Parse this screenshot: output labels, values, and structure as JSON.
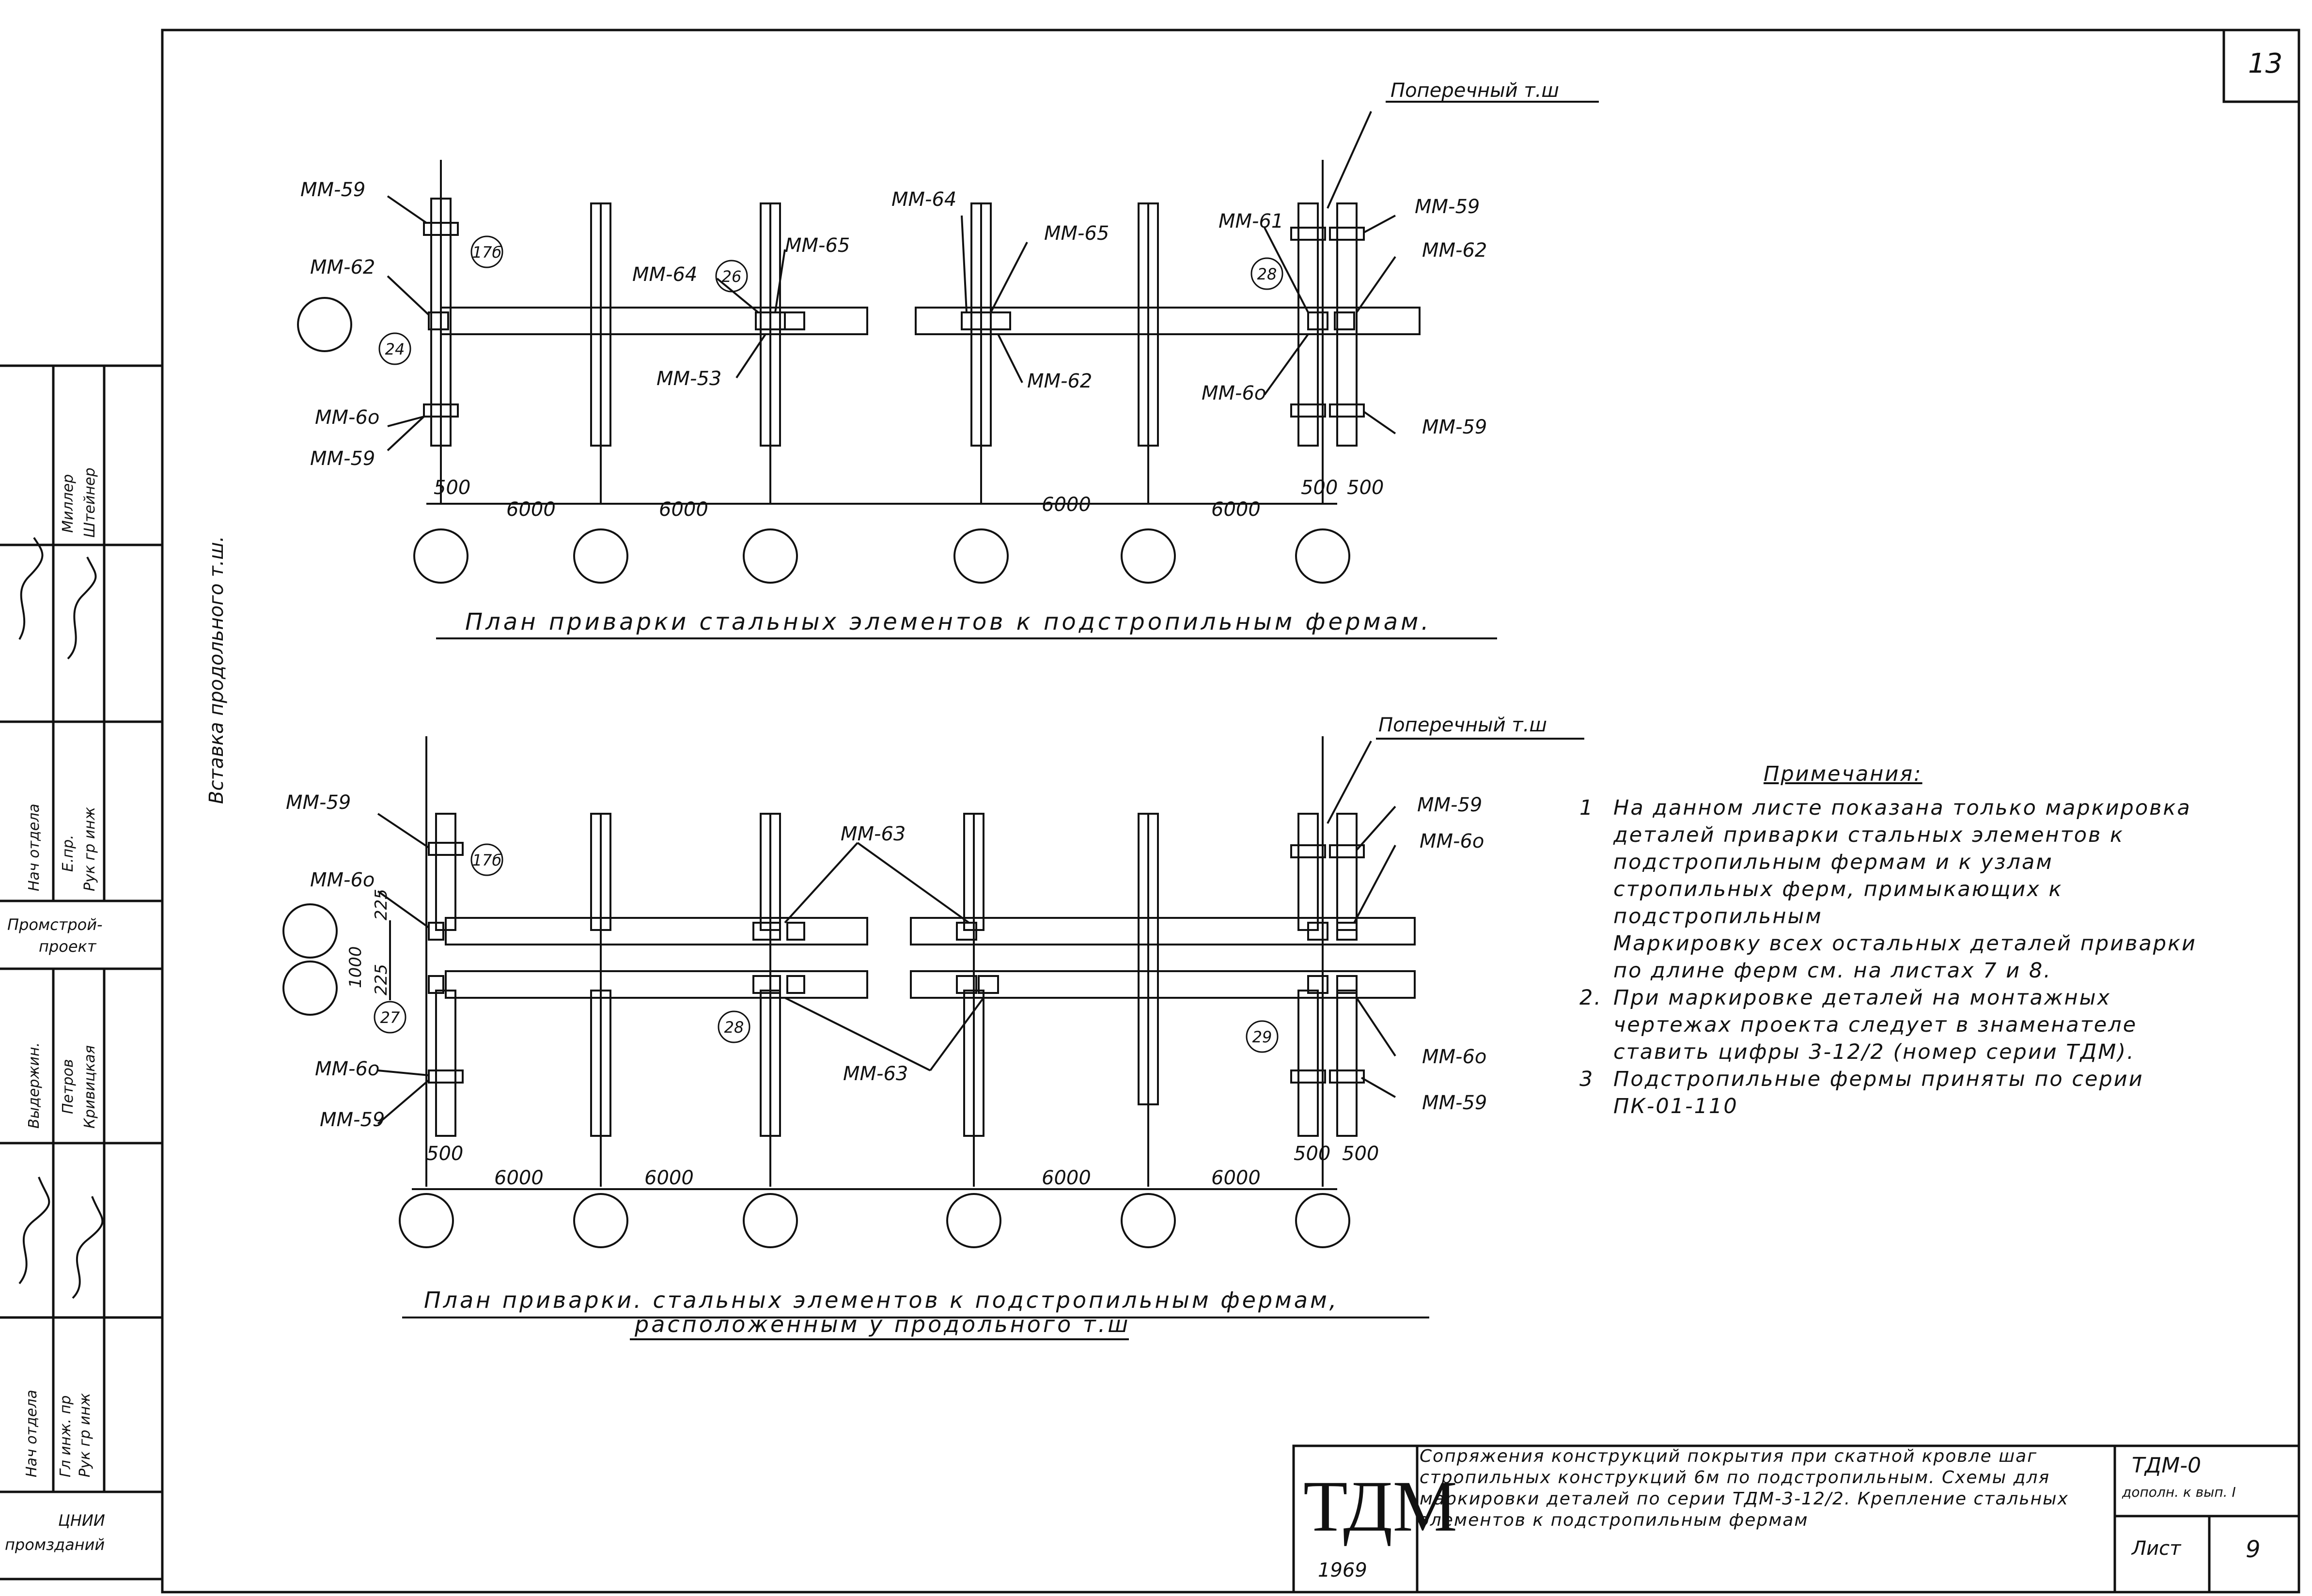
{
  "sheet": {
    "sheet_number": "13",
    "side_label": "Вставка продольного т.ш."
  },
  "plan1": {
    "transverse_joint": "Поперечный т.ш",
    "marks": {
      "mm59_a": "ММ-59",
      "mm62_a": "ММ-62",
      "mm60_a": "ММ-6о",
      "mm59_b": "ММ-59",
      "mm64_a": "ММ-64",
      "mm65_a": "ММ-65",
      "mm53": "ММ-53",
      "mm64_b": "ММ-64",
      "mm65_b": "ММ-65",
      "mm62_b": "ММ-62",
      "mm61": "ММ-61",
      "mm59_c": "ММ-59",
      "mm62_c": "ММ-62",
      "mm60_b": "ММ-6о",
      "mm59_d": "ММ-59"
    },
    "bubbles": {
      "b1": "17б",
      "b2": "26",
      "b3": "24",
      "b4": "28"
    },
    "dims": {
      "d500": "500",
      "d1": "6000",
      "d2": "6000",
      "d3": "6000",
      "d4": "6000",
      "d5": "500",
      "d6": "500"
    },
    "caption": "План приварки стальных элементов к подстропильным фермам."
  },
  "plan2": {
    "transverse_joint": "Поперечный т.ш",
    "marks": {
      "mm59_a": "ММ-59",
      "mm60_a": "ММ-6о",
      "mm60_b": "ММ-6о",
      "mm59_b": "ММ-59",
      "mm63_a": "ММ-63",
      "mm63_b": "ММ-63",
      "mm59_c": "ММ-59",
      "mm60_c": "ММ-6о",
      "mm60_d": "ММ-6о",
      "mm59_d": "ММ-59"
    },
    "bubbles": {
      "b1": "17б",
      "b2": "27",
      "b3": "28",
      "b4": "29"
    },
    "dims": {
      "d225a": "225",
      "d1000": "1000",
      "d225b": "225",
      "d500": "500",
      "d1": "6000",
      "d2": "6000",
      "d3": "6000",
      "d4": "6000",
      "d5": "500",
      "d6": "500"
    },
    "caption_line1": "План приварки. стальных элементов к подстропильным фермам,",
    "caption_line2": "расположенным у продольного т.ш"
  },
  "notes": {
    "title": "Примечания:",
    "items": [
      {
        "num": "1",
        "text": "На данном листе показана только маркировка деталей приварки стальных элементов к подстропильным фермам и к узлам стропильных ферм, примыкающих к подстропильным"
      },
      {
        "num": "",
        "text": "Маркировку всех остальных деталей приварки по длине ферм см. на листах 7 и 8."
      },
      {
        "num": "2.",
        "text": "При маркировке деталей на монтажных чертежах проекта следует в знаменателе ставить цифры 3-12/2 (номер серии ТДМ)."
      },
      {
        "num": "3",
        "text": "Подстропильные фермы приняты по серии ПК-01-110"
      }
    ]
  },
  "sidebar": {
    "cells": {
      "r1c1": "Нач отдела",
      "r1c2": "Гл инж. пр",
      "r1c3": "Рук гр инж",
      "r2c1": "Выдержин.",
      "r2c2": "Петров",
      "r2c3": "Кривицкая",
      "org1_line1": "Промстрой-",
      "org1_line2": "проект",
      "r3c1": "Нач отдела",
      "r3c2": "Е.пр.",
      "r3c3": "Рук гр инж",
      "r4c1": "Миллер",
      "r4c2": "Штейнер",
      "org2_line1": "ЦНИИ",
      "org2_line2": "промзданий"
    }
  },
  "titleblock": {
    "logo": "ТДМ",
    "year": "1969",
    "description": "Сопряжения конструкций покрытия при скатной кровле шаг стропильных конструкций 6м по подстропильным. Схемы для маркировки деталей по серии ТДМ-3-12/2. Крепление стальных элементов к подстропильным фермам",
    "series": "ТДМ-0",
    "supplement": "дополн. к вып. I",
    "sheet_label": "Лист",
    "sheet_value": "9"
  }
}
